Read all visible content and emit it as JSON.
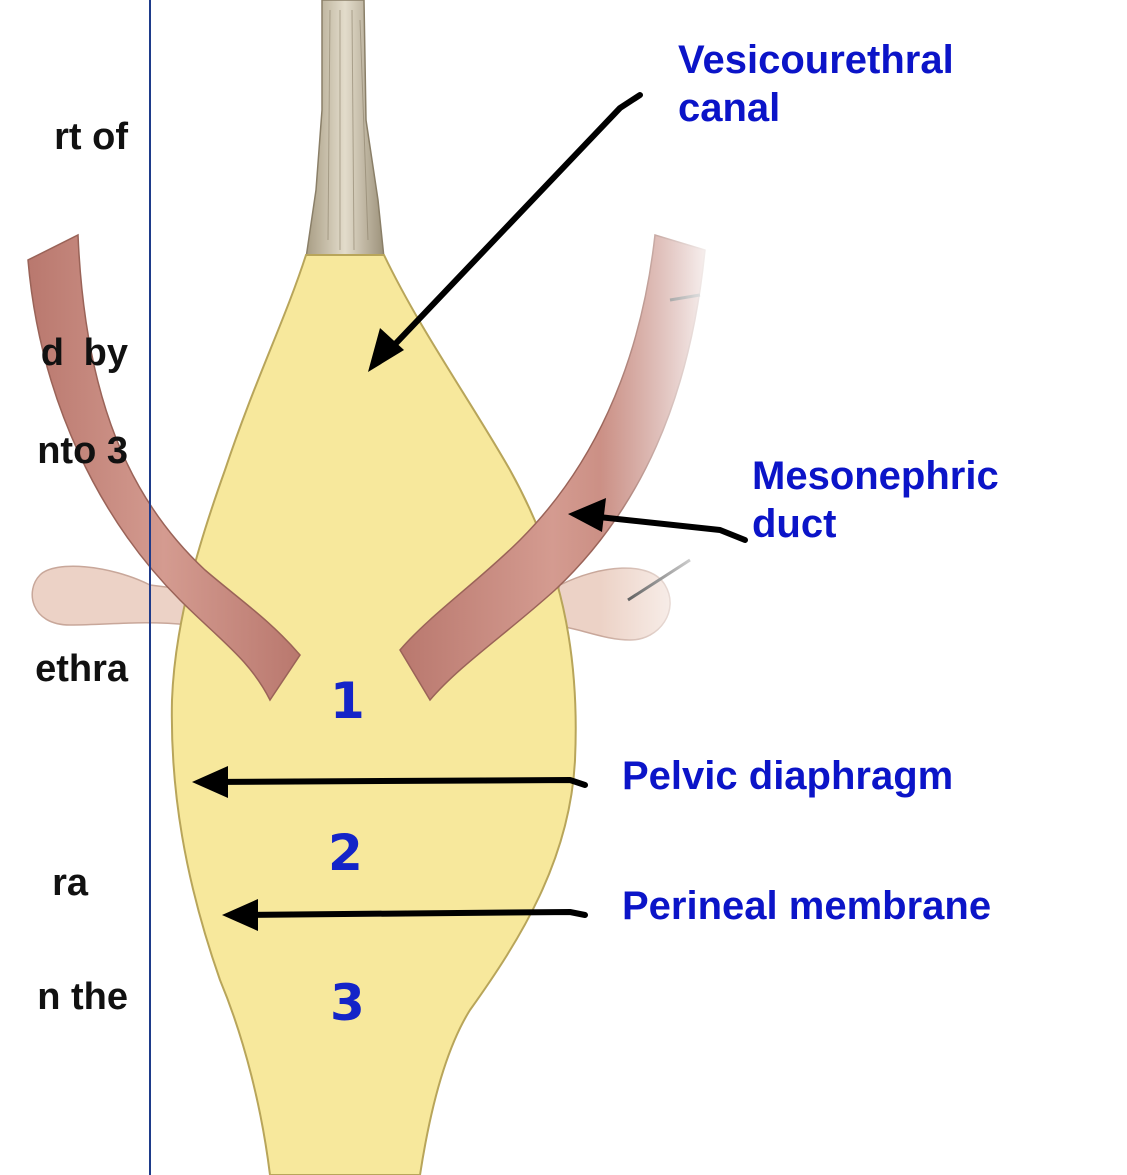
{
  "left_text_fragments": [
    "rt of",
    "d",
    "by",
    "nto 3",
    "ethra",
    "ra",
    "n the"
  ],
  "labels": {
    "vesicourethral_canal": [
      "Vesicourethral",
      "canal"
    ],
    "mesonephric_duct": [
      "Mesonephric",
      "duct"
    ],
    "pelvic_diaphragm": "Pelvic diaphragm",
    "perineal_membrane": "Perineal membrane"
  },
  "region_numbers": [
    "1",
    "2",
    "3"
  ],
  "colors": {
    "label_blue": "#0b14c8",
    "body_yellow": "#f7e89c",
    "duct_brown": "#c98b80",
    "divider_blue": "#1e3b8a"
  }
}
